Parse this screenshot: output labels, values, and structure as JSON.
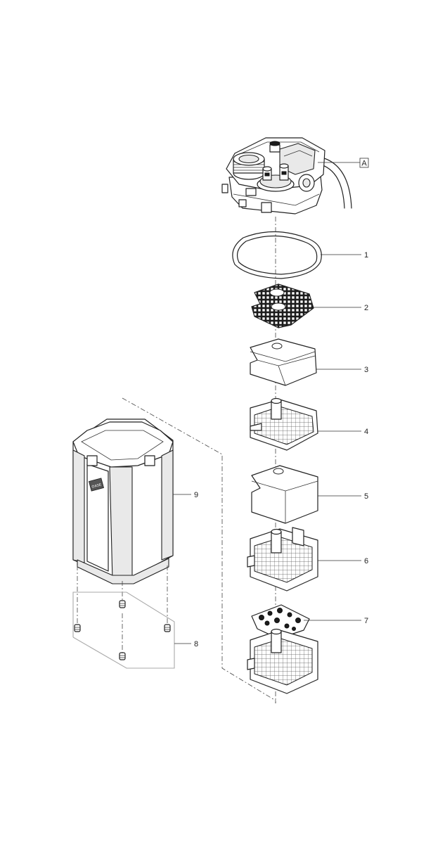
{
  "callouts": {
    "a": "A",
    "p1": "1",
    "p2": "2",
    "p3": "3",
    "p4": "4",
    "p5": "5",
    "p6": "6",
    "p7": "7",
    "p8": "8",
    "p9": "9"
  },
  "canister_logo": "OASE",
  "colors": {
    "line": "#222222",
    "light_fill": "#e9e9e9",
    "mesh": "#1c1c1c",
    "bracket": "#aaaaaa"
  }
}
